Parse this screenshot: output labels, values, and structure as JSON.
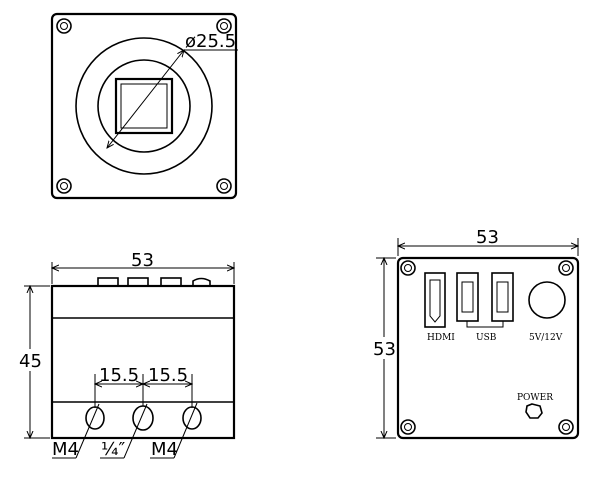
{
  "front_view": {
    "diameter_label": "ø25.5"
  },
  "side_view": {
    "width_label": "53",
    "height_label": "45",
    "spacing_left_label": "15.5",
    "spacing_right_label": "15.5",
    "hole_left_label": "M4",
    "hole_center_label": "¼″",
    "hole_right_label": "M4"
  },
  "back_view": {
    "width_label": "53",
    "height_label": "53",
    "hdmi_label": "HDMI",
    "usb_label": "USB",
    "power_input_label": "5V/12V",
    "power_label": "POWER"
  }
}
